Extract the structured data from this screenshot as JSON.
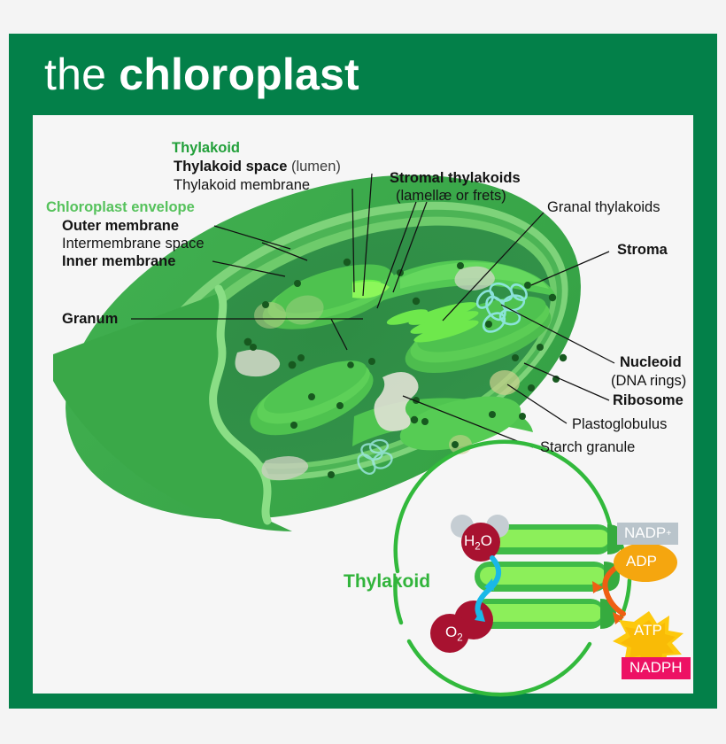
{
  "page": {
    "background": "#f4f4f4",
    "frame_color": "#038049",
    "panel_color": "#f6f6f6"
  },
  "header": {
    "title_thin": "the ",
    "title_bold": "chloroplast",
    "title_color": "#ffffff"
  },
  "colors": {
    "green_dark_header": "#038049",
    "body_green": "#3aa848",
    "envelope_light": "#7ed37a",
    "envelope_mid": "#53bb59",
    "stroma_dark": "#2f8a44",
    "thylakoid_bright": "#56d94a",
    "lumen_light": "#8cef5a",
    "label_dark_green": "#22a03a",
    "label_light_green": "#56c25c",
    "inset_green": "#31b43b",
    "dna_cyan": "#8ee4e0",
    "ribosome": "#17591f",
    "starch": "#d8dccd",
    "plastoglobulus": "#c5cf8e",
    "water_red": "#a81230",
    "hydrogen_gray": "#c5cdd3",
    "arrow_cyan": "#1ab8e8",
    "arrow_orange": "#ef5f12",
    "nadp_box": "#b9c4cb",
    "adp_orange": "#f5a60f",
    "atp_yellow": "#fdc90d",
    "nadph_pink": "#ed1164"
  },
  "labels": {
    "thylakoid_group": "Thylakoid",
    "thylakoid_space": "Thylakoid space",
    "thylakoid_space_note": " (lumen)",
    "thylakoid_membrane": "Thylakoid membrane",
    "envelope_group": "Chloroplast envelope",
    "outer_membrane": "Outer membrane",
    "intermembrane_space": "Intermembrane space",
    "inner_membrane": "Inner membrane",
    "granum": "Granum",
    "stromal_thylakoids": "Stromal thylakoids",
    "stromal_thylakoids_note": "(lamellæ or frets)",
    "granal_thylakoids": "Granal thylakoids",
    "stroma": "Stroma",
    "nucleoid": "Nucleoid",
    "nucleoid_note": "(DNA rings)",
    "ribosome": "Ribosome",
    "plastoglobulus": "Plastoglobulus",
    "starch_granule": "Starch granule"
  },
  "inset": {
    "title": "Thylakoid",
    "water": "H",
    "water_sub": "2",
    "water_tail": "O",
    "oxygen": "O",
    "oxygen_sub": "2",
    "nadp_plus": "NADP",
    "nadp_plus_sup": "+",
    "adp": "ADP",
    "atp": "ATP",
    "nadph": "NADPH"
  }
}
